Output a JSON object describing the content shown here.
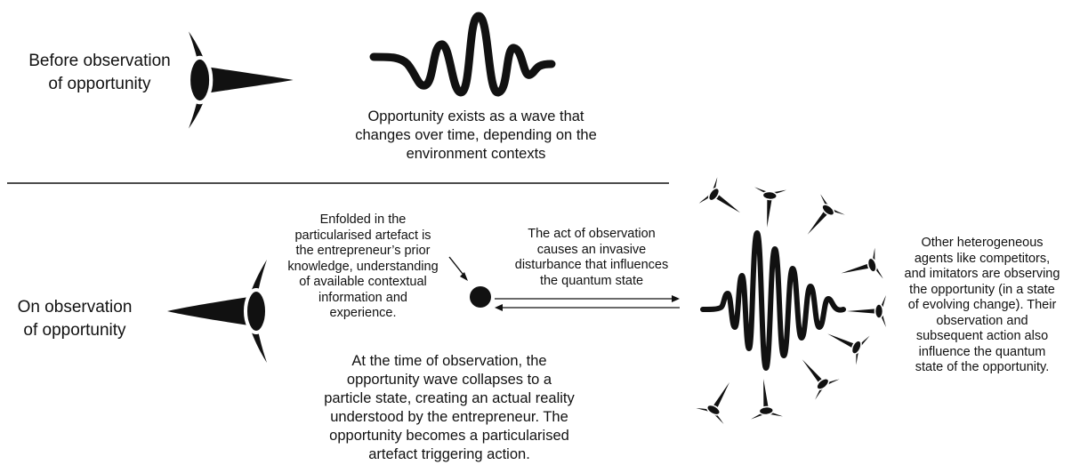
{
  "top": {
    "label": [
      "Before observation",
      "of opportunity"
    ],
    "wave_caption": [
      "Opportunity exists as a  wave that",
      "changes over time, depending on the",
      "environment contexts"
    ]
  },
  "bottom": {
    "label": [
      "On observation",
      "of opportunity"
    ],
    "enfolded_note": [
      "Enfolded in the",
      "particularised artefact is",
      "the entrepreneur’s prior",
      "knowledge, understanding",
      "of available contextual",
      "information and",
      "experience."
    ],
    "act_note": [
      "The act of observation",
      "causes an invasive",
      "disturbance that influences",
      "the quantum state"
    ],
    "collapse_note": [
      "At the time of observation, the",
      "opportunity wave collapses to a",
      "particle state, creating an actual reality",
      "understood by the entrepreneur. The",
      "opportunity becomes a particularised",
      "artefact triggering action."
    ],
    "agents_note": [
      "Other heterogeneous",
      "agents like competitors,",
      "and imitators are observing",
      "the opportunity (in a state",
      "of evolving change).  Their",
      "observation and",
      "subsequent action also",
      "influence the quantum",
      "state of the opportunity."
    ]
  },
  "colors": {
    "ink": "#111111",
    "background": "#ffffff"
  }
}
